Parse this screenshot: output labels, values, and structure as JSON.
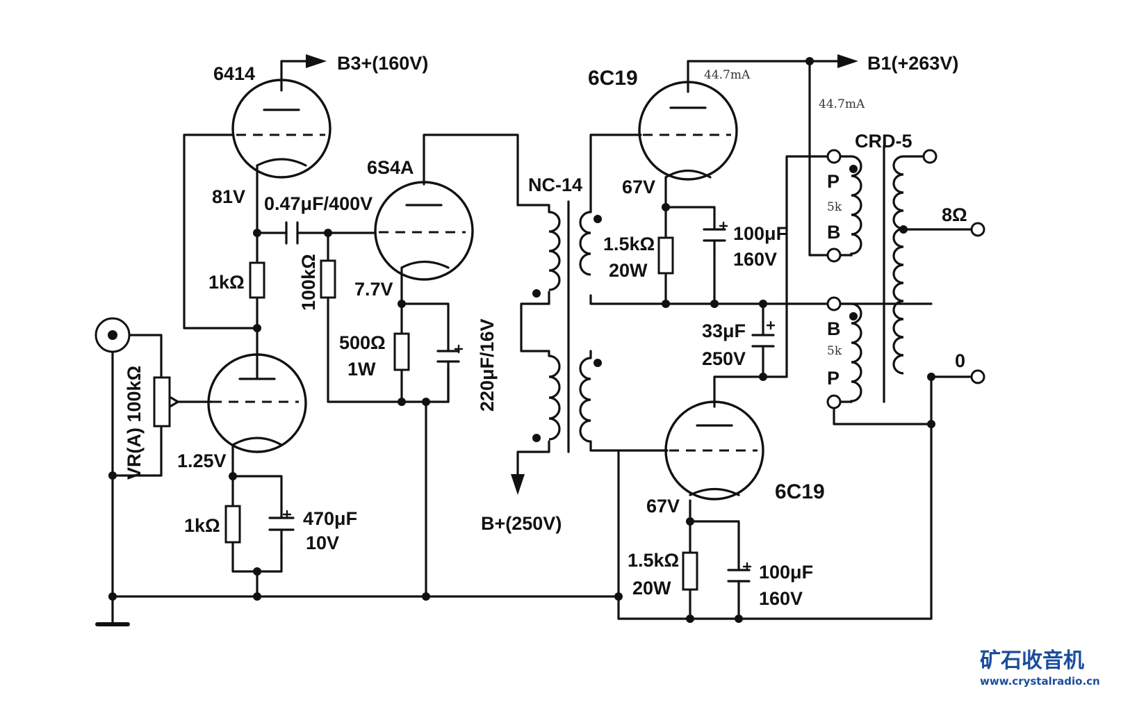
{
  "labels": {
    "tube_6414": "6414",
    "b3": "B3+(160V)",
    "tube_6c19_top": "6C19",
    "current_top": "44.7mA",
    "b1": "B1(+263V)",
    "current_b1": "44.7mA",
    "crd5": "CRD-5",
    "tube_6s4a": "6S4A",
    "v81": "81V",
    "cap_047": "0.47μF/400V",
    "nc14": "NC-14",
    "v67_top": "67V",
    "p_top": "P",
    "k5_top": "5k",
    "b_top": "B",
    "r_1k_upper": "1kΩ",
    "r_100k": "100kΩ",
    "v77": "7.7V",
    "r_15k_top": "1.5kΩ",
    "w20_top": "20W",
    "cap_100u_top": "100μF",
    "v160_top": "160V",
    "ohm8": "8Ω",
    "vr_a": "VR(A) 100kΩ",
    "r_500": "500Ω",
    "w1": "1W",
    "cap_220": "220μF/16V",
    "cap_33": "33μF",
    "v250": "250V",
    "b_bot": "B",
    "k5_bot": "5k",
    "p_bot": "P",
    "zero": "0",
    "v125": "1.25V",
    "tube_6c19_bot": "6C19",
    "v67_bot": "67V",
    "r_1k_lower": "1kΩ",
    "cap_470": "470μF",
    "v10": "10V",
    "bplus": "B+(250V)",
    "r_15k_bot": "1.5kΩ",
    "w20_bot": "20W",
    "cap_100u_bot": "100μF",
    "v160_bot": "160V"
  },
  "watermark": {
    "name": "矿石收音机",
    "url": "www.crystalradio.cn"
  }
}
